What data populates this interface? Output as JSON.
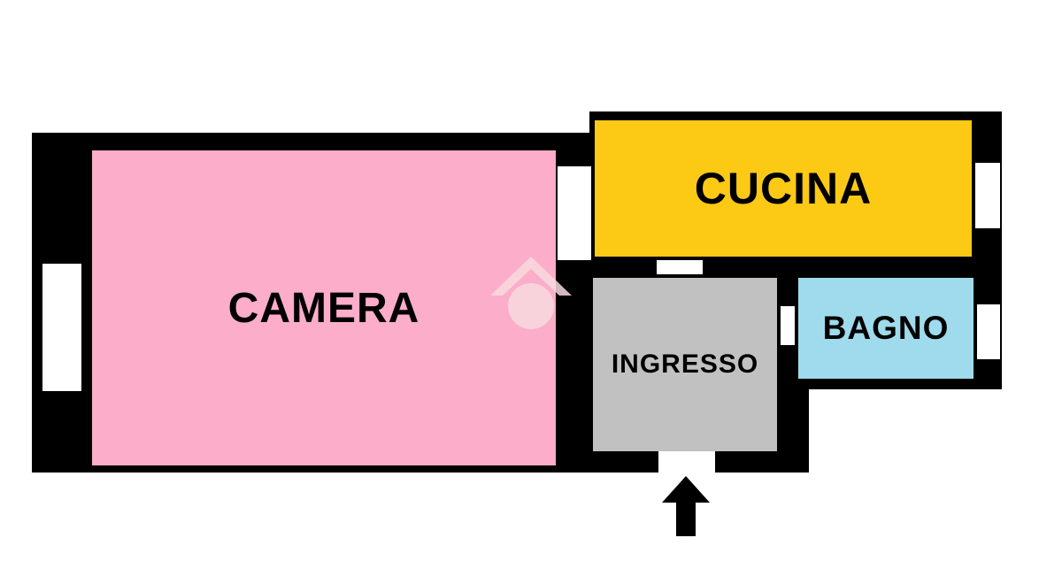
{
  "rooms": {
    "camera": {
      "label": "CAMERA",
      "color": "#FBADC9"
    },
    "cucina": {
      "label": "CUCINA",
      "color": "#FCC915"
    },
    "ingresso": {
      "label": "INGRESSO",
      "color": "#C1C1C1"
    },
    "bagno": {
      "label": "BAGNO",
      "color": "#9FDBEC"
    }
  },
  "colors": {
    "wall": "#000000",
    "opening": "#FFFFFF",
    "watermark": "#F7D9DF"
  },
  "icons": {
    "entrance": "up-arrow-icon",
    "watermark": "house-logo-icon"
  }
}
